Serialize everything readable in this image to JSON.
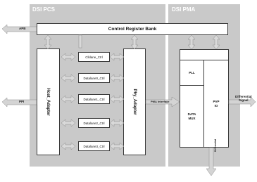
{
  "regions": {
    "pcs_title": "DSI PCS",
    "pma_title": "DSI PMA"
  },
  "blocks": {
    "control_register_bank": "Control Register Bank",
    "host_adapter": "Host_Adapter",
    "phy_adapter": "Phy_Adapter",
    "lanes": [
      "Clklane_Ctrl",
      "Datalane0_Ctrl",
      "Datalane1_Ctrl",
      "Datalane2_Ctrl",
      "Datalane3_Ctrl"
    ],
    "pll": "PLL",
    "data_mux": "DATA\nMUX",
    "pvp_io": "PVP\nIO"
  },
  "interfaces": {
    "apb": "APB",
    "ppi": "PPI",
    "pma_interface": "PMA Interface",
    "differential_signal": "Differential\nSignal",
    "bottom_output": "Differential"
  },
  "colors": {
    "region_fill": "#c9c9c9",
    "box_border": "#3a3a3a",
    "arrow": "#d4d4d4"
  }
}
